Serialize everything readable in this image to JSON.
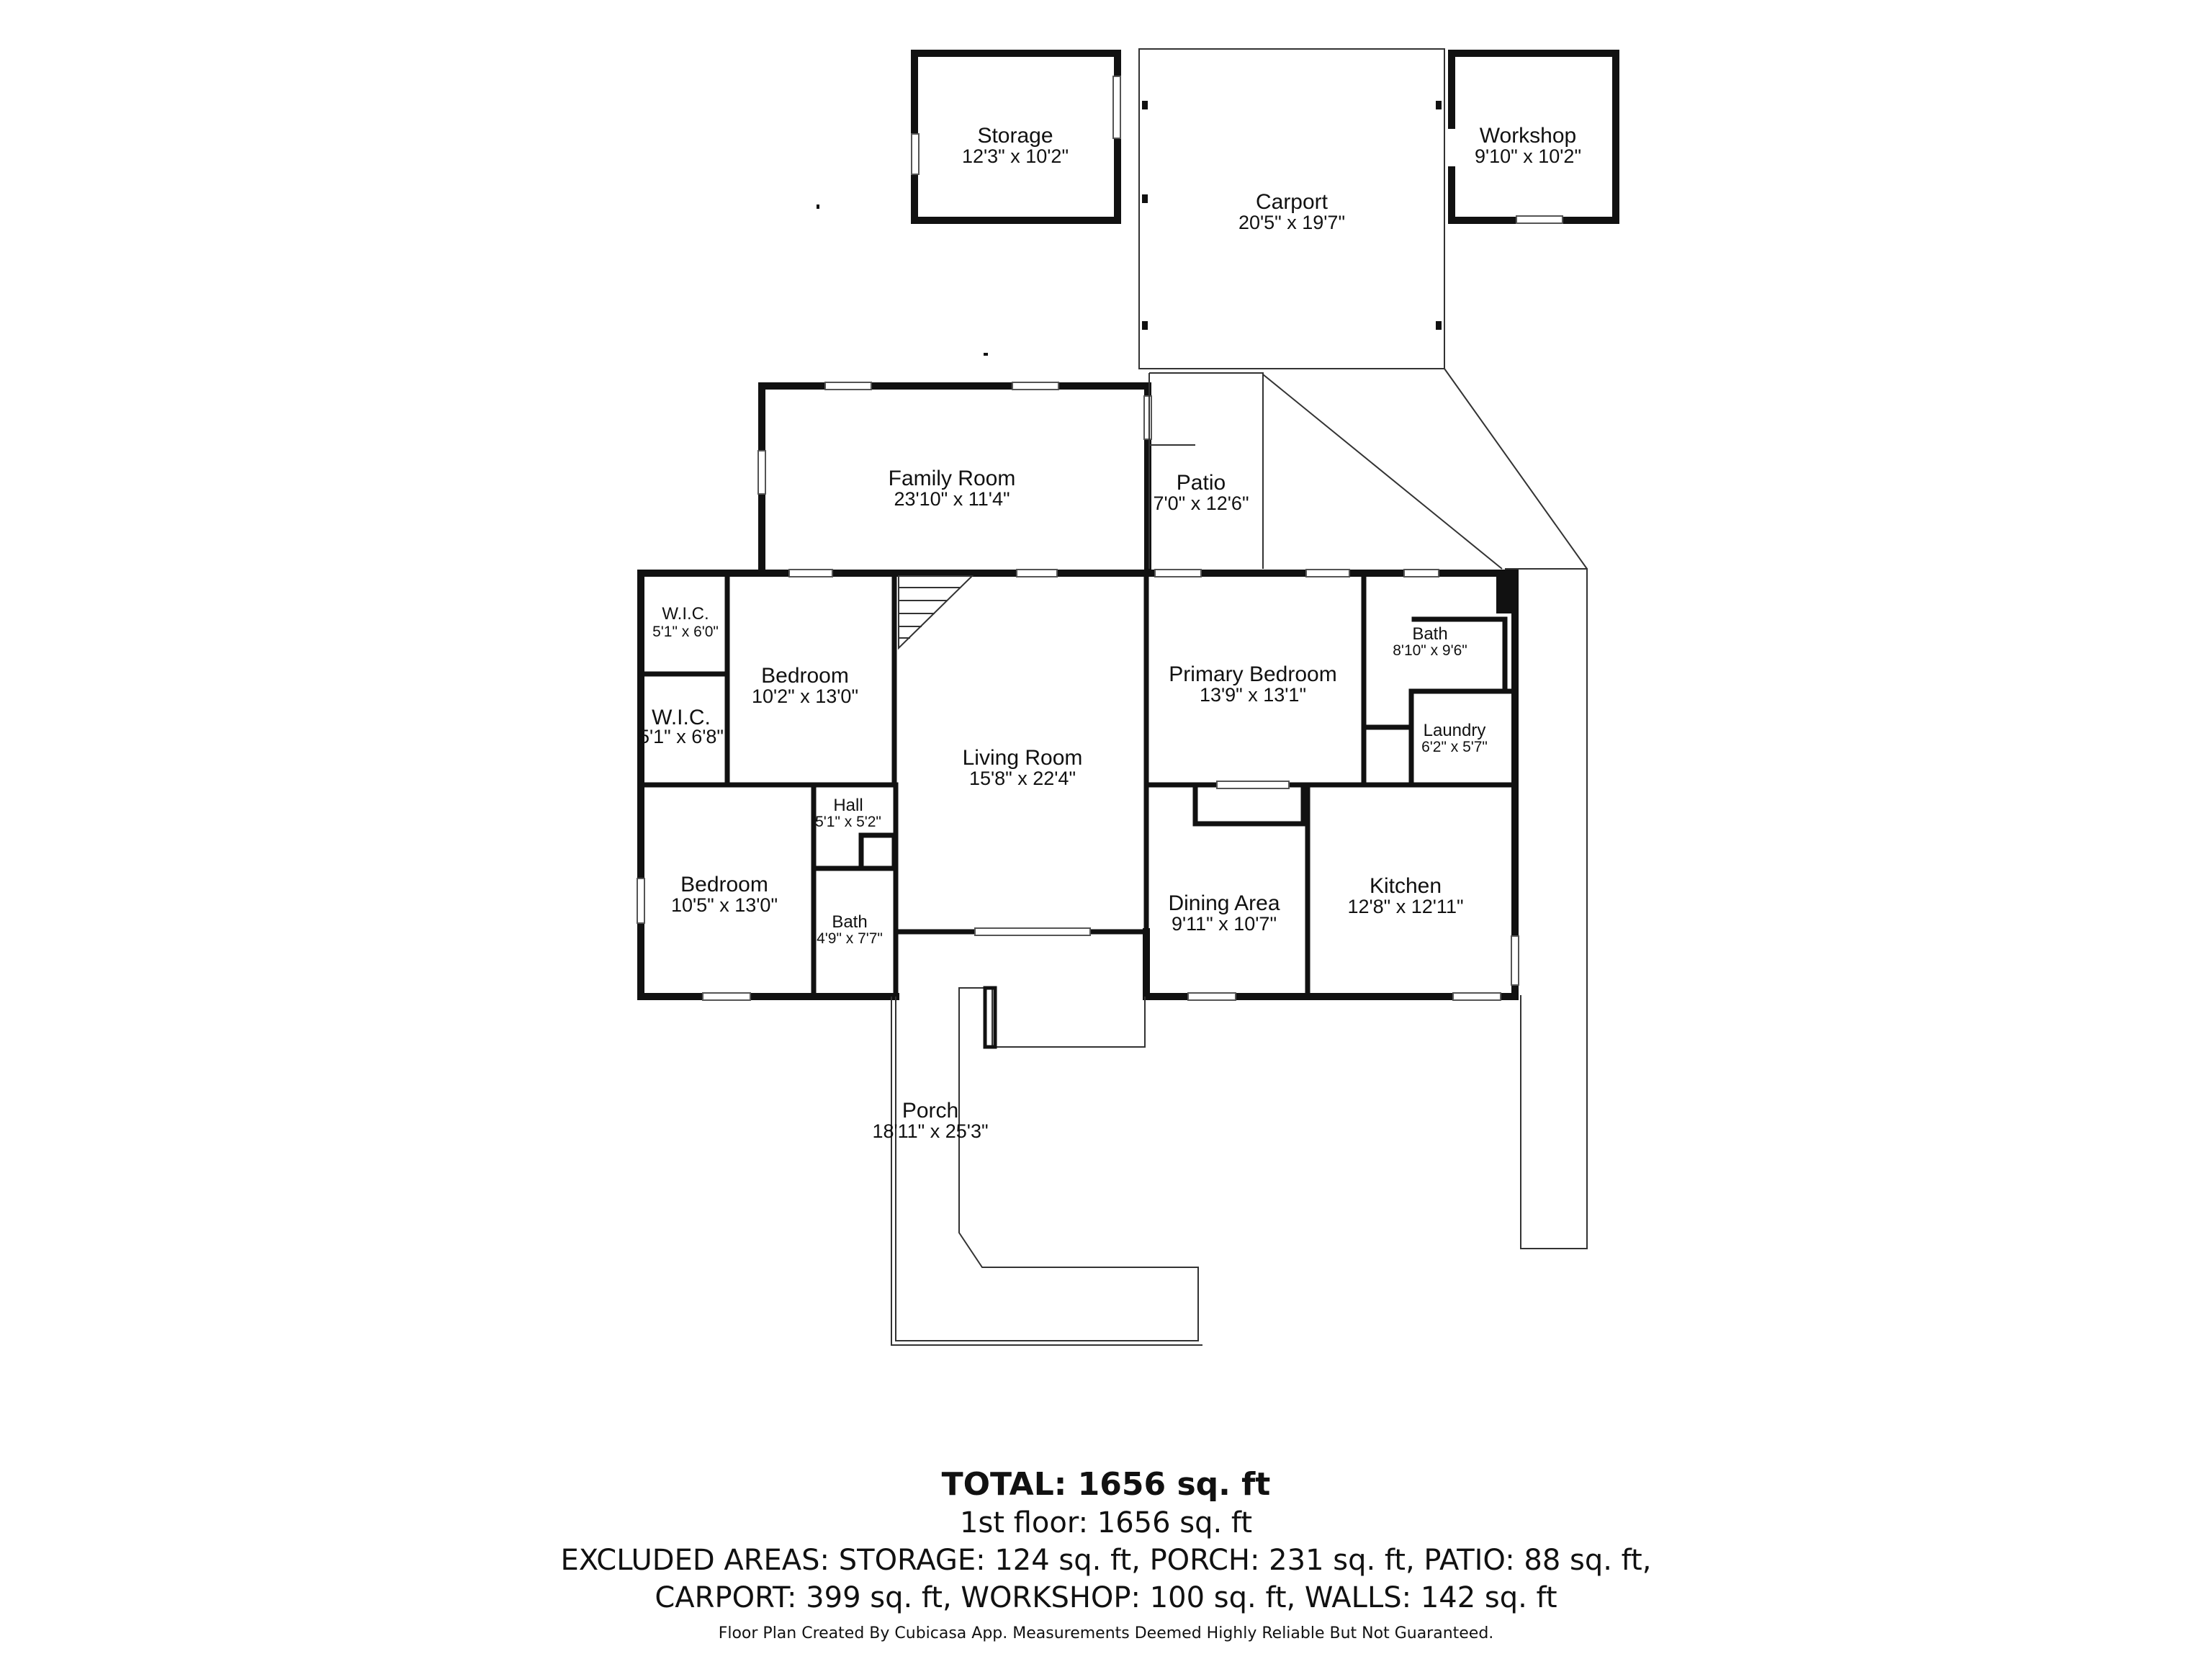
{
  "rooms": [
    {
      "key": "storage",
      "name": "Storage",
      "dim": "12'3\" x 10'2\""
    },
    {
      "key": "carport",
      "name": "Carport",
      "dim": "20'5\" x 19'7\""
    },
    {
      "key": "workshop",
      "name": "Workshop",
      "dim": "9'10\" x 10'2\""
    },
    {
      "key": "family-room",
      "name": "Family Room",
      "dim": "23'10\" x 11'4\""
    },
    {
      "key": "patio",
      "name": "Patio",
      "dim": "7'0\" x 12'6\""
    },
    {
      "key": "wic-upper",
      "name": "W.I.C.",
      "dim": "5'1\" x 6'0\""
    },
    {
      "key": "wic-lower",
      "name": "W.I.C.",
      "dim": "5'1\" x 6'8\""
    },
    {
      "key": "bedroom-1",
      "name": "Bedroom",
      "dim": "10'2\" x 13'0\""
    },
    {
      "key": "living-room",
      "name": "Living Room",
      "dim": "15'8\" x 22'4\""
    },
    {
      "key": "primary-bedroom",
      "name": "Primary Bedroom",
      "dim": "13'9\" x 13'1\""
    },
    {
      "key": "bath-primary",
      "name": "Bath",
      "dim": "8'10\" x 9'6\""
    },
    {
      "key": "laundry",
      "name": "Laundry",
      "dim": "6'2\" x 5'7\""
    },
    {
      "key": "hall",
      "name": "Hall",
      "dim": "5'1\" x 5'2\""
    },
    {
      "key": "bedroom-2",
      "name": "Bedroom",
      "dim": "10'5\" x 13'0\""
    },
    {
      "key": "bath-hall",
      "name": "Bath",
      "dim": "4'9\" x 7'7\""
    },
    {
      "key": "dining-area",
      "name": "Dining Area",
      "dim": "9'11\" x 10'7\""
    },
    {
      "key": "kitchen",
      "name": "Kitchen",
      "dim": "12'8\" x 12'11\""
    },
    {
      "key": "porch",
      "name": "Porch",
      "dim": "18'11\" x 25'3\""
    }
  ],
  "summary": {
    "total": "TOTAL: 1656 sq. ft",
    "floor1": "1st floor: 1656 sq. ft",
    "excluded_line1": "EXCLUDED AREAS: STORAGE: 124 sq. ft, PORCH: 231 sq. ft, PATIO: 88 sq. ft,",
    "excluded_line2": "CARPORT: 399 sq. ft, WORKSHOP: 100 sq. ft, WALLS: 142 sq. ft"
  },
  "credit": "Floor Plan Created By Cubicasa App. Measurements Deemed Highly Reliable But Not Guaranteed."
}
